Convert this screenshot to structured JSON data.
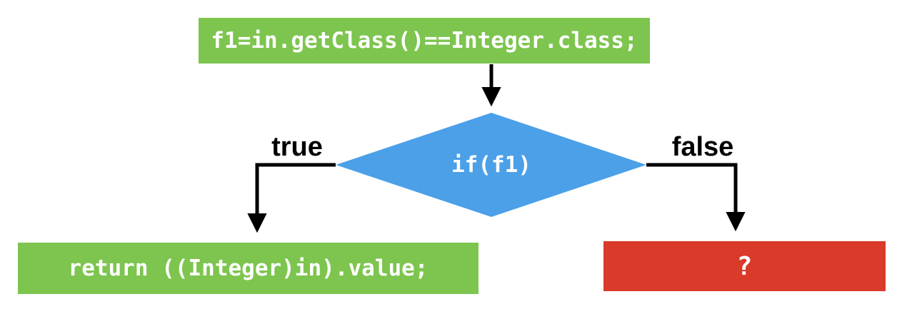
{
  "flowchart": {
    "nodes": {
      "assign": {
        "label": "f1=in.getClass()==Integer.class;",
        "color": "#7dc54e"
      },
      "decision": {
        "label": "if(f1)",
        "color": "#4ba0e8"
      },
      "true_result": {
        "label": "return ((Integer)in).value;",
        "color": "#7dc54e"
      },
      "false_result": {
        "label": "?",
        "color": "#d93a2a"
      }
    },
    "edges": {
      "true_label": "true",
      "false_label": "false",
      "arrow_color": "#000000"
    }
  }
}
